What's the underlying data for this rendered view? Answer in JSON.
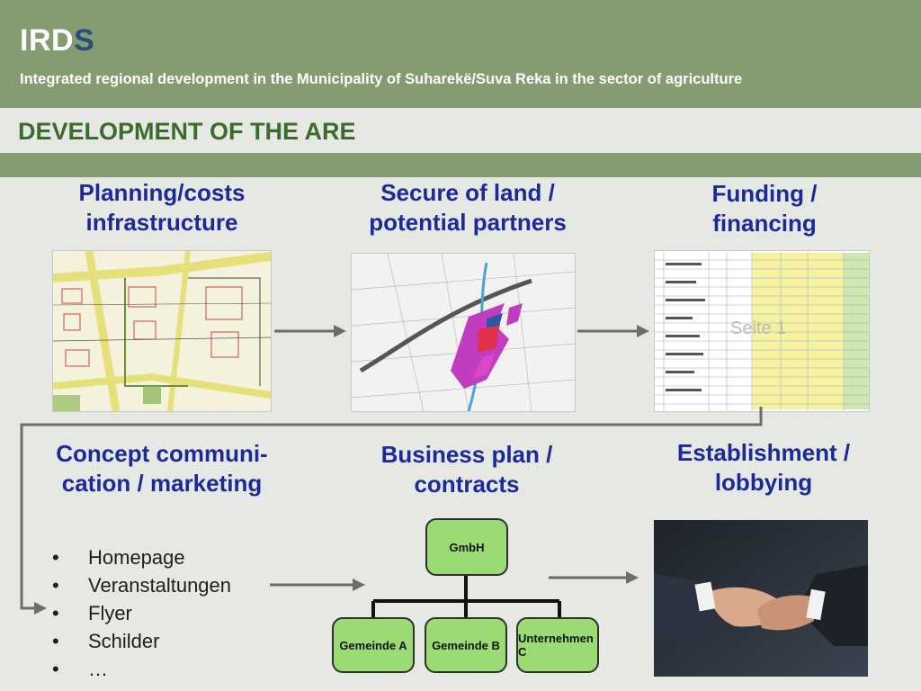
{
  "header": {
    "brand_main": "IRD",
    "brand_accent": "S",
    "subtitle": "Integrated regional development in the Municipality of Suharekë/Suva Reka in the sector of agriculture"
  },
  "section_title": "DEVELOPMENT OF THE ARE",
  "steps": [
    {
      "line1": "Planning/costs",
      "line2": "infrastructure"
    },
    {
      "line1": "Secure of land /",
      "line2": "potential partners"
    },
    {
      "line1": "Funding /",
      "line2": "financing"
    },
    {
      "line1": "Concept communi-",
      "line2": "cation / marketing"
    },
    {
      "line1": "Business plan /",
      "line2": "contracts"
    },
    {
      "line1": "Establishment /",
      "line2": "lobbying"
    }
  ],
  "spreadsheet_watermark": "Seite 1",
  "bullets": [
    "Homepage",
    "Veranstaltungen",
    "Flyer",
    "Schilder",
    "…"
  ],
  "org_chart": {
    "root": "GmbH",
    "children": [
      "Gemeinde A",
      "Gemeinde B",
      "Unternehmen C"
    ]
  },
  "colors": {
    "header_green": "#849c72",
    "step_blue": "#1c2a99",
    "title_green": "#3d6b2e",
    "node_green": "#9adb74"
  }
}
